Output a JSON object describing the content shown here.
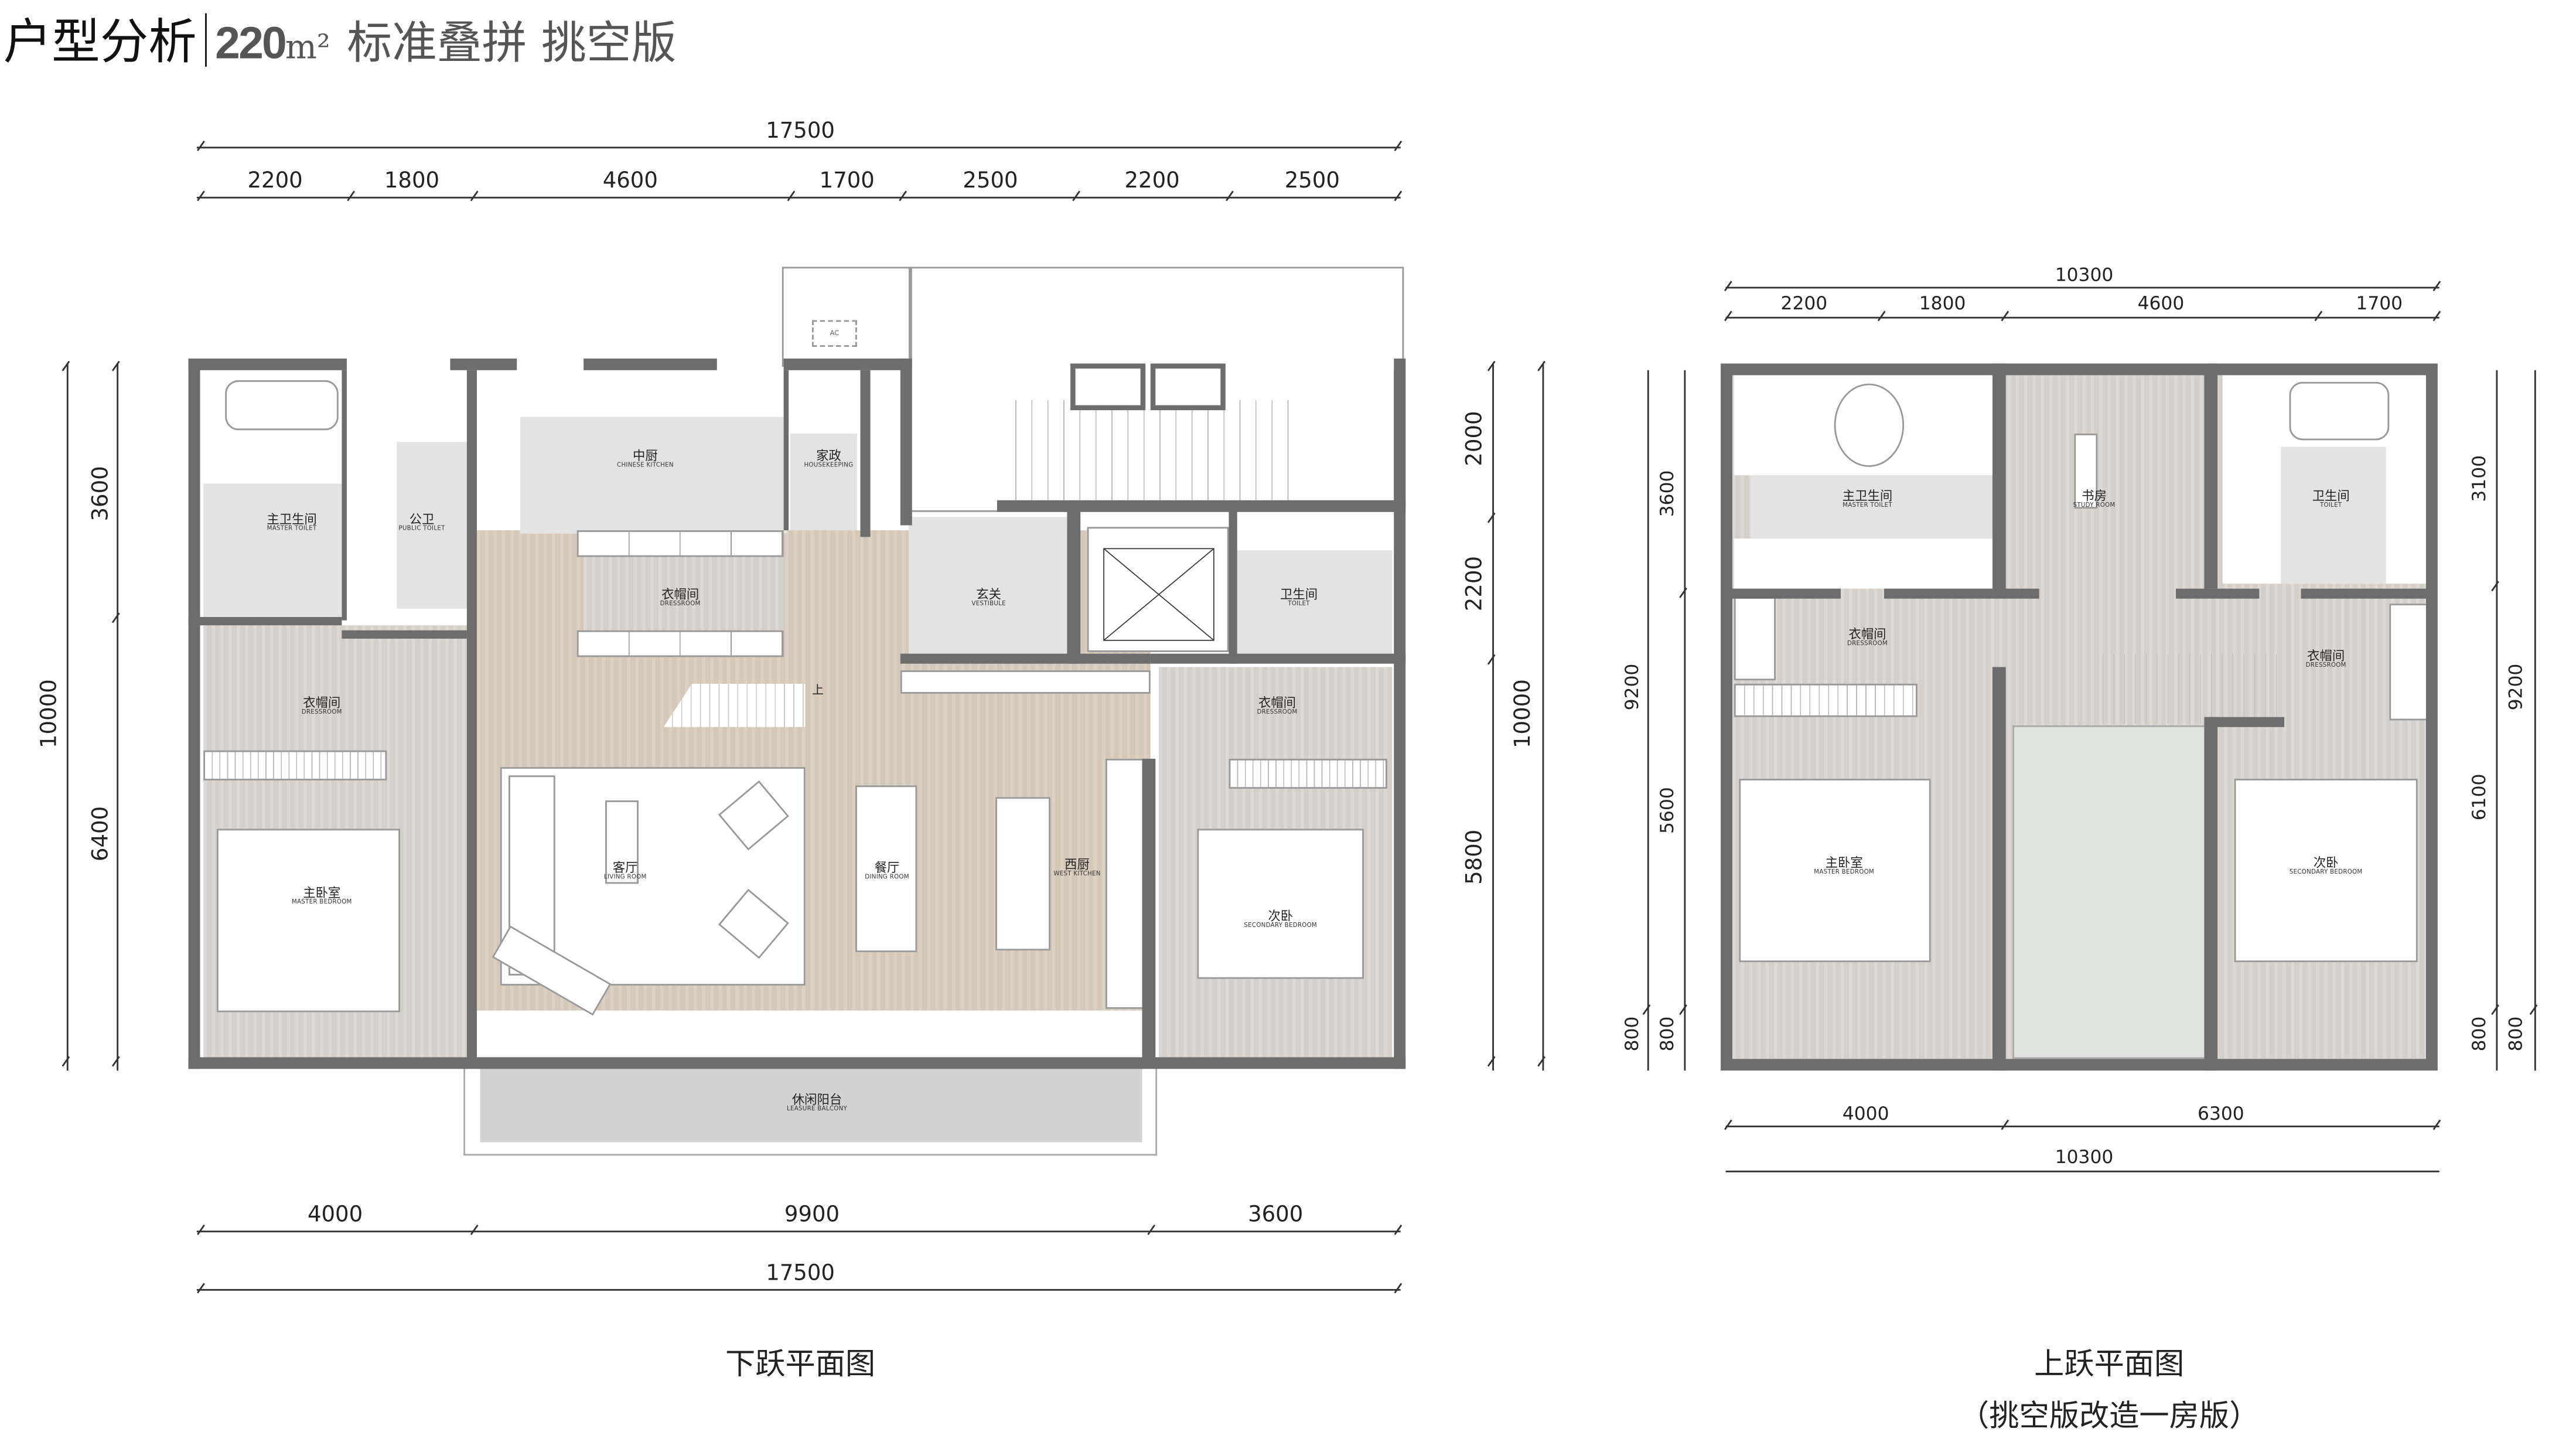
{
  "title": {
    "main": "户型分析",
    "area": "220",
    "unit": "m²",
    "subtitle": "标准叠拼 挑空版"
  },
  "lower_plan": {
    "caption": "下跃平面图",
    "stair_up": "上",
    "ac_label": "AC",
    "rooms": [
      {
        "zh": "主卫生间",
        "en": "MASTER TOILET"
      },
      {
        "zh": "公卫",
        "en": "PUBLIC TOILET"
      },
      {
        "zh": "中厨",
        "en": "CHINESE KITCHEN"
      },
      {
        "zh": "家政",
        "en": "HOUSEKEEPING"
      },
      {
        "zh": "衣帽间",
        "en": "DRESSROOM"
      },
      {
        "zh": "玄关",
        "en": "VESTIBULE"
      },
      {
        "zh": "卫生间",
        "en": "TOILET"
      },
      {
        "zh": "衣帽间",
        "en": "DRESSROOM"
      },
      {
        "zh": "衣帽间",
        "en": "DRESSROOM"
      },
      {
        "zh": "主卧室",
        "en": "MASTER BEDROOM"
      },
      {
        "zh": "客厅",
        "en": "LIVING ROOM"
      },
      {
        "zh": "餐厅",
        "en": "DINING ROOM"
      },
      {
        "zh": "西厨",
        "en": "WEST KITCHEN"
      },
      {
        "zh": "次卧",
        "en": "SECONDARY BEDROOM"
      },
      {
        "zh": "休闲阳台",
        "en": "LEASURE BALCONY"
      }
    ],
    "dims": {
      "top_total": "17500",
      "top": [
        "2200",
        "1800",
        "4600",
        "1700",
        "2500",
        "2200",
        "2500"
      ],
      "left": [
        "3600",
        "6400"
      ],
      "left_total": "10000",
      "right": [
        "2000",
        "2200",
        "5800"
      ],
      "right_total": "10000",
      "bottom": [
        "4000",
        "9900",
        "3600"
      ],
      "bottom_total": "17500"
    }
  },
  "upper_plan": {
    "caption": "上跃平面图",
    "subcaption": "（挑空版改造一房版）",
    "rooms": [
      {
        "zh": "主卫生间",
        "en": "MASTER TOILET"
      },
      {
        "zh": "书房",
        "en": "STUDY ROOM"
      },
      {
        "zh": "卫生间",
        "en": "TOILET"
      },
      {
        "zh": "衣帽间",
        "en": "DRESSROOM"
      },
      {
        "zh": "衣帽间",
        "en": "DRESSROOM"
      },
      {
        "zh": "主卧室",
        "en": "MASTER BEDROOM"
      },
      {
        "zh": "次卧",
        "en": "SECONDARY BEDROOM"
      }
    ],
    "dims": {
      "top_total": "10300",
      "top": [
        "2200",
        "1800",
        "4600",
        "1700"
      ],
      "left": [
        "3600",
        "5600",
        "800"
      ],
      "left_total": [
        "9200",
        "800"
      ],
      "right": [
        "3100",
        "6100",
        "800"
      ],
      "right_total": [
        "9200",
        "800"
      ],
      "bottom": [
        "4000",
        "6300"
      ],
      "bottom_total": "10300"
    }
  },
  "colors": {
    "wall": "#6d6d6d",
    "wood": "#d9ccbd",
    "floor": "#d7d4d0",
    "tile": "#e3e3e3",
    "void": "#dfe2df"
  }
}
